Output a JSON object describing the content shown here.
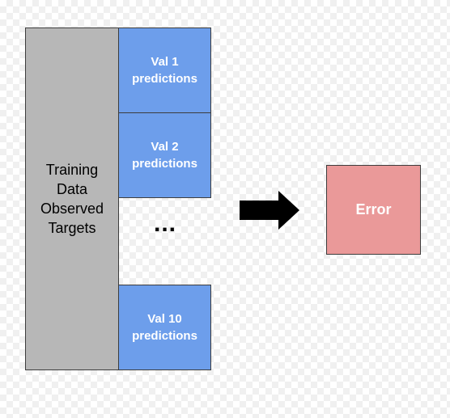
{
  "training": {
    "line1": "Training",
    "line2": "Data",
    "line3": "Observed",
    "line4": "Targets"
  },
  "predictions": [
    {
      "line1": "Val 1",
      "line2": "predictions"
    },
    {
      "line1": "Val 2",
      "line2": "predictions"
    },
    {
      "line1": "Val 10",
      "line2": "predictions"
    }
  ],
  "ellipsis": "...",
  "error_label": "Error",
  "colors": {
    "training": "#b7b7b7",
    "predictions": "#6d9eeb",
    "error": "#ea9999",
    "arrow": "#000000"
  }
}
